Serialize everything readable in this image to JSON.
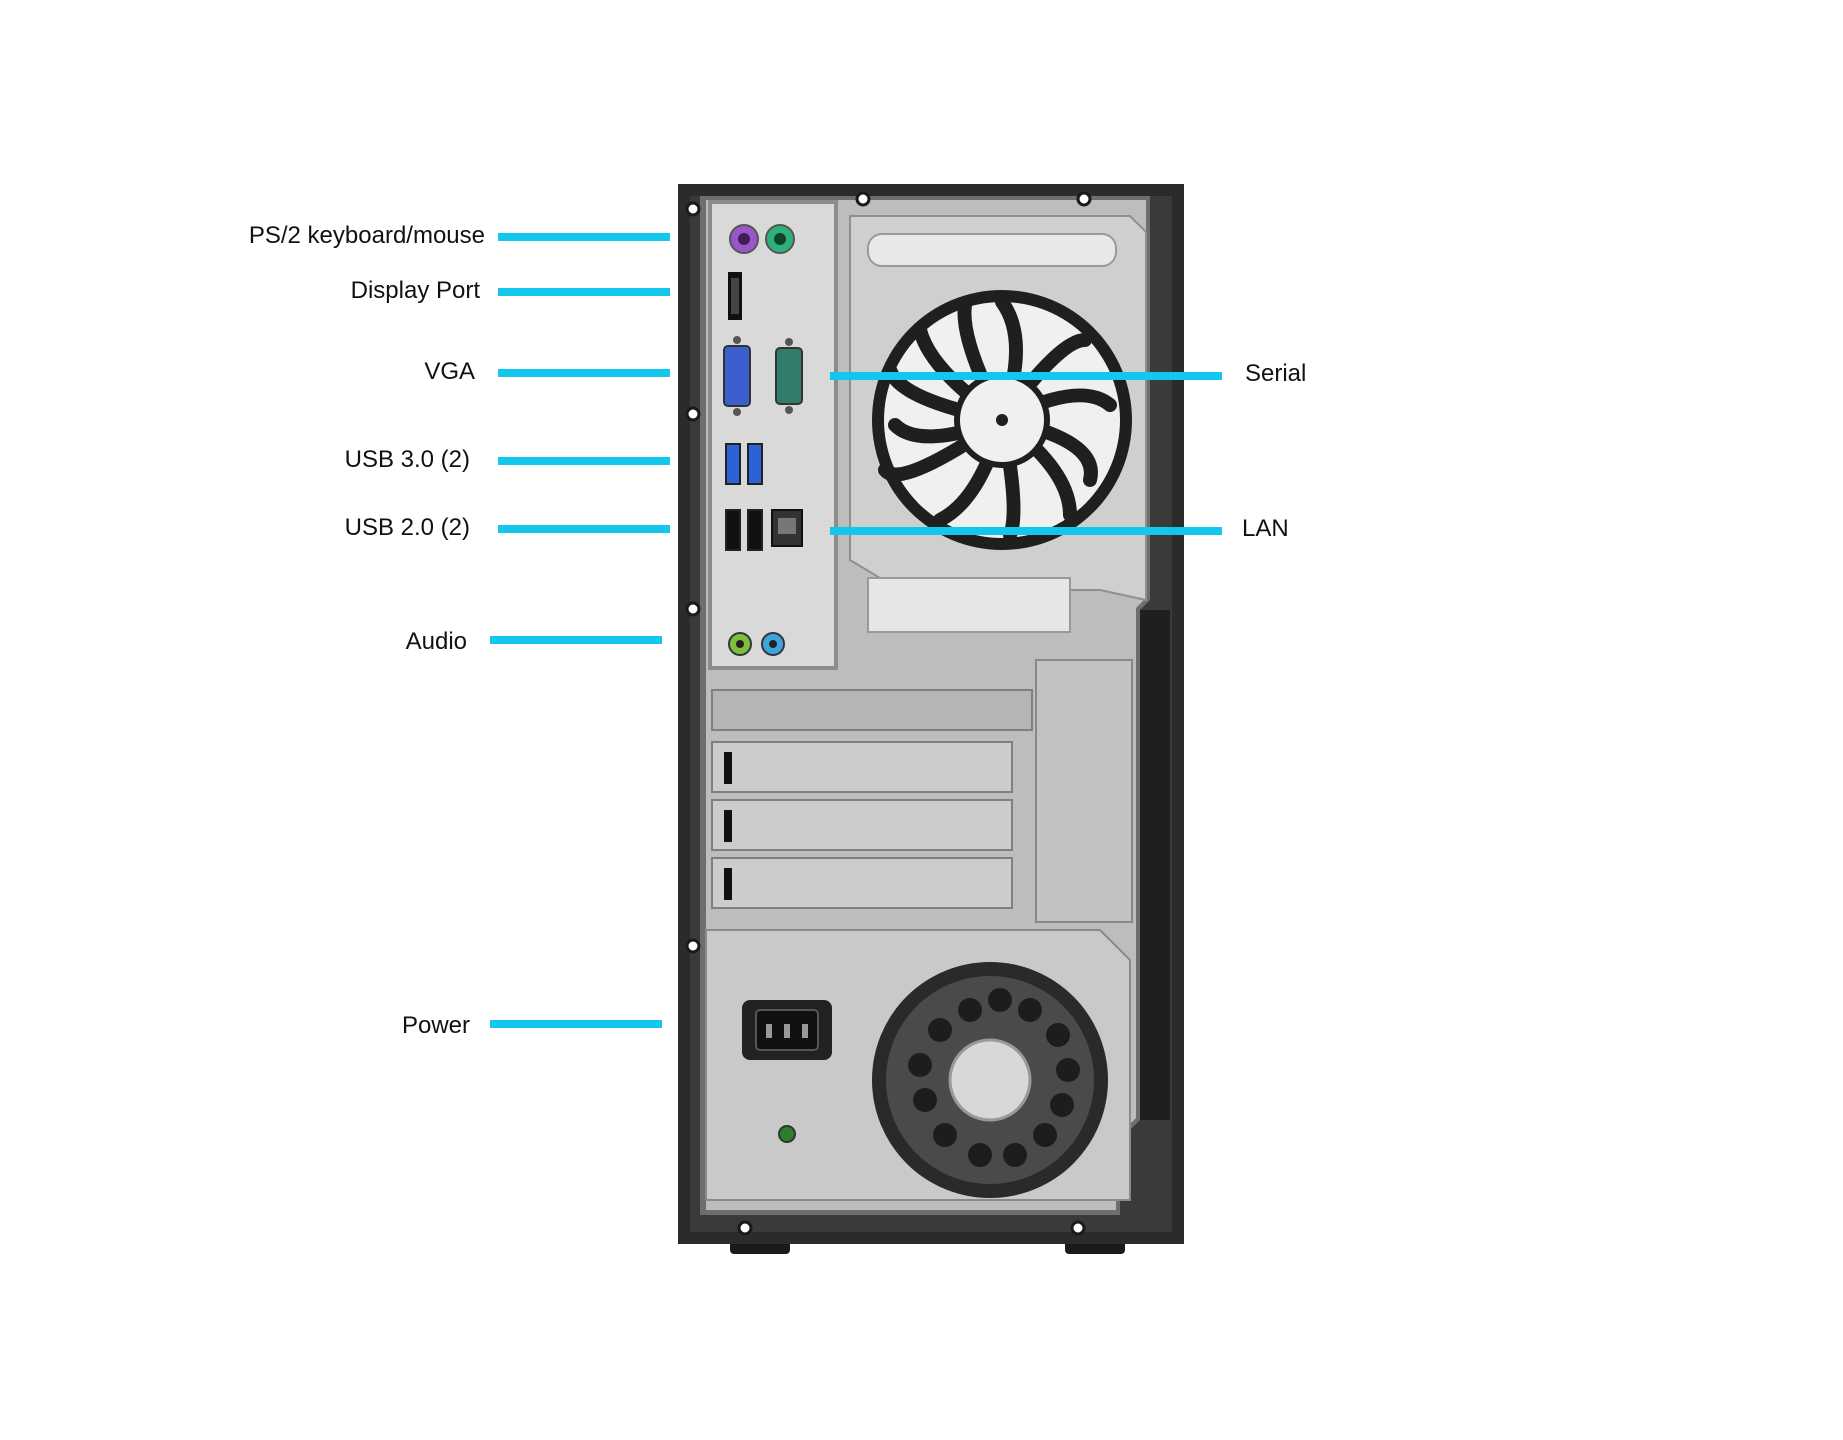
{
  "colors": {
    "leader_line": "#12c6ec",
    "case_dark": "#2b2b2b",
    "panel_silver": "#c8c8c8",
    "ps2_keyboard": "#9a55c8",
    "ps2_mouse": "#2fb07a",
    "vga_blue": "#3b5fcf",
    "usb3_blue": "#2b63d6",
    "audio_green": "#7bbf3a",
    "audio_blue": "#3fa3e0"
  },
  "labels": {
    "ps2": "PS/2 keyboard/mouse",
    "display_port": "Display Port",
    "vga": "VGA",
    "usb3": "USB 3.0 (2)",
    "usb2": "USB 2.0 (2)",
    "audio": "Audio",
    "power": "Power",
    "serial": "Serial",
    "lan": "LAN"
  },
  "icons": [
    "ps2-keyboard-port-icon",
    "ps2-mouse-port-icon",
    "displayport-icon",
    "vga-port-icon",
    "serial-port-icon",
    "usb3-port-icon",
    "usb2-port-icon",
    "ethernet-port-icon",
    "audio-port-icon",
    "power-socket-icon",
    "case-fan-icon",
    "psu-fan-icon"
  ]
}
